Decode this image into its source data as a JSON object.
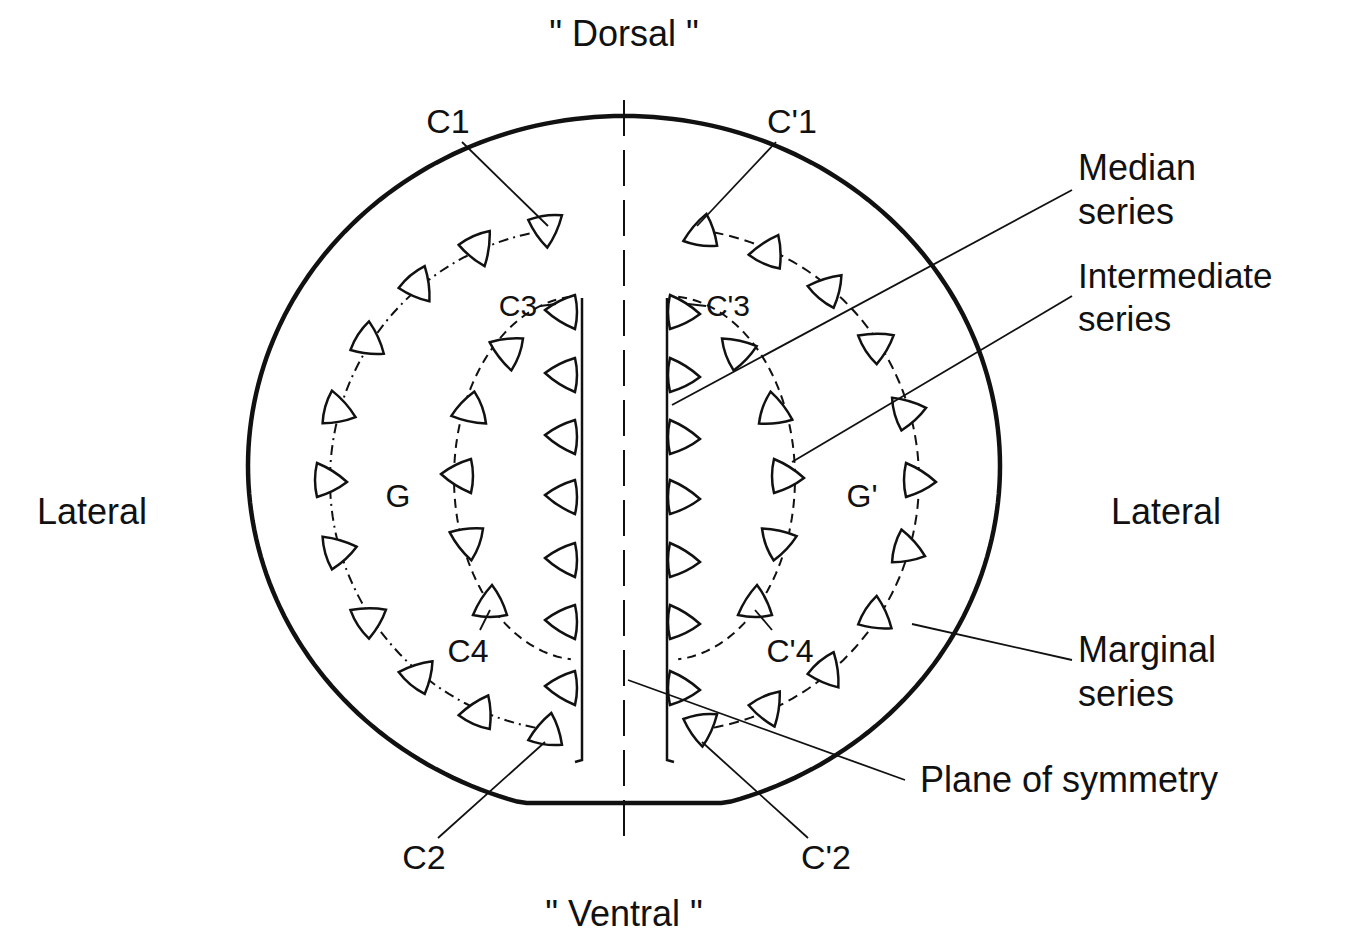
{
  "diagram": {
    "labels": [
      "\" Dorsal \"",
      "C1",
      "C'1",
      "Median series",
      "C3",
      "C'3",
      "Intermediate series",
      "Lateral",
      "G",
      "G'",
      "Lateral",
      "C4",
      "C'4",
      "Marginal series",
      "Plane of symmetry",
      "C2",
      "C'2",
      "\" Ventral \""
    ]
  }
}
